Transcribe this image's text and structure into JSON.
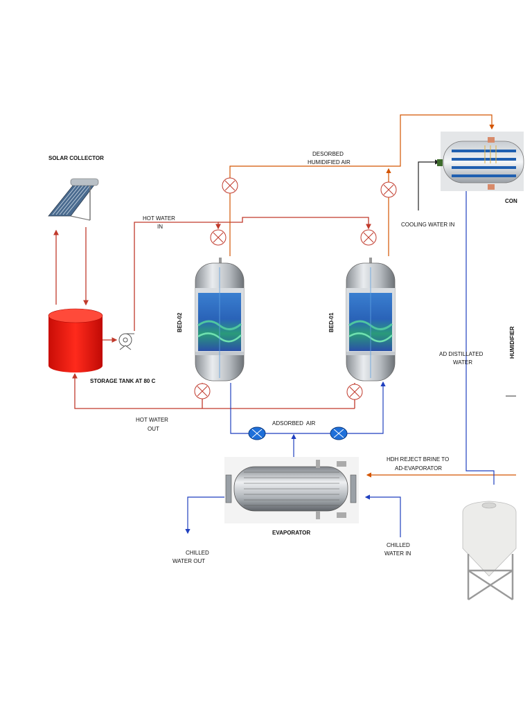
{
  "labels": {
    "solar_collector": "SOLAR COLLECTOR",
    "hot_water_in_1": "HOT WATER",
    "hot_water_in_2": "IN",
    "desorbed_1": "DESORBED",
    "desorbed_2": "HUMIDIFIED AIR",
    "condenser": "CON",
    "cooling_water_in": "COOLING WATER IN",
    "storage_tank": "STORAGE TANK AT 80 C",
    "bed_02": "BED-02",
    "bed_01": "BED-01",
    "humidifier": "HUMIDIFIER",
    "ad_distilled_1": "AD DISTILLATED",
    "ad_distilled_2": "WATER",
    "hot_water_out_1": "HOT WATER",
    "hot_water_out_2": "OUT",
    "adsorbed_air": "ADSORBED  AIR",
    "hdh_reject_1": "HDH REJECT BRINE TO",
    "hdh_reject_2": "AD-EVAPORATOR",
    "evaporator": "EVAPORATOR",
    "chilled_out_1": "CHILLED",
    "chilled_out_2": "WATER OUT",
    "chilled_in_1": "CHILLED",
    "chilled_in_2": "WATER IN"
  },
  "colors": {
    "hot_line": "#c0392b",
    "air_line": "#d35400",
    "cold_line": "#1f3fbf",
    "tank_red": "#e8140c",
    "valve_blue": "#1e6fd9"
  }
}
